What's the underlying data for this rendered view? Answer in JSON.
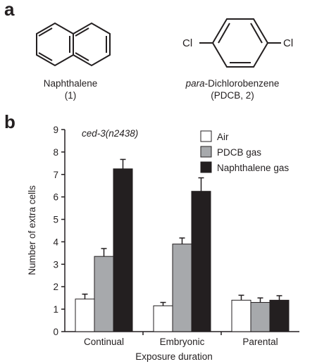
{
  "panels": {
    "a": "a",
    "b": "b"
  },
  "molecules": [
    {
      "name": "Naphthalene",
      "number": "(1)"
    },
    {
      "name_prefix": "para",
      "name_rest": "-Dichlorobenzene",
      "number": "(PDCB, 2)",
      "substituent": "Cl"
    }
  ],
  "chart_data": {
    "type": "bar",
    "annotation": "ced-3(n2438)",
    "xlabel": "Exposure duration",
    "ylabel": "Number of extra cells",
    "ylim": [
      0,
      9
    ],
    "yticks": [
      "0",
      "1",
      "2",
      "3",
      "4",
      "5",
      "6",
      "7",
      "8",
      "9"
    ],
    "categories": [
      "Continual",
      "Embryonic",
      "Parental"
    ],
    "legend_position": "top-right",
    "grid": false,
    "series": [
      {
        "name": "Air",
        "color": "#ffffff",
        "values": [
          1.45,
          1.15,
          1.4
        ],
        "errors": [
          0.22,
          0.15,
          0.22
        ]
      },
      {
        "name": "PDCB gas",
        "color": "#a7a9ac",
        "values": [
          3.35,
          3.9,
          1.3
        ],
        "errors": [
          0.35,
          0.27,
          0.2
        ]
      },
      {
        "name": "Naphthalene gas",
        "color": "#231f20",
        "values": [
          7.25,
          6.25,
          1.4
        ],
        "errors": [
          0.42,
          0.6,
          0.2
        ]
      }
    ]
  }
}
